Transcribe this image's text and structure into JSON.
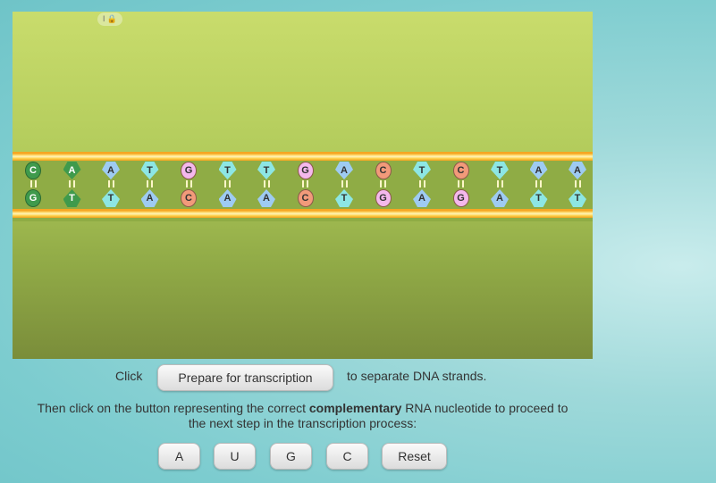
{
  "lock_icon_label": "🔒",
  "dna": {
    "top": [
      "C",
      "A",
      "A",
      "T",
      "G",
      "T",
      "T",
      "G",
      "A",
      "C",
      "T",
      "C",
      "T",
      "A",
      "A"
    ],
    "bottom": [
      "G",
      "T",
      "T",
      "A",
      "C",
      "A",
      "A",
      "C",
      "T",
      "G",
      "A",
      "G",
      "A",
      "T",
      "T"
    ],
    "highlighted_pairs": 2,
    "colors": {
      "A": "#9ecbf2",
      "T": "#8de6e4",
      "G": "#f4b8ec",
      "C": "#f29a7a",
      "highlight": "#3f9a4c"
    }
  },
  "instructions": {
    "click": "Click",
    "prepare_button": "Prepare for transcription",
    "separate": "to separate DNA strands.",
    "line1_pre": "Then click on the button representing the correct ",
    "line1_bold": "complementary",
    "line1_post": " RNA nucleotide to proceed to",
    "line2": "the next step in the transcription process:"
  },
  "buttons": {
    "a": "A",
    "u": "U",
    "g": "G",
    "c": "C",
    "reset": "Reset"
  }
}
